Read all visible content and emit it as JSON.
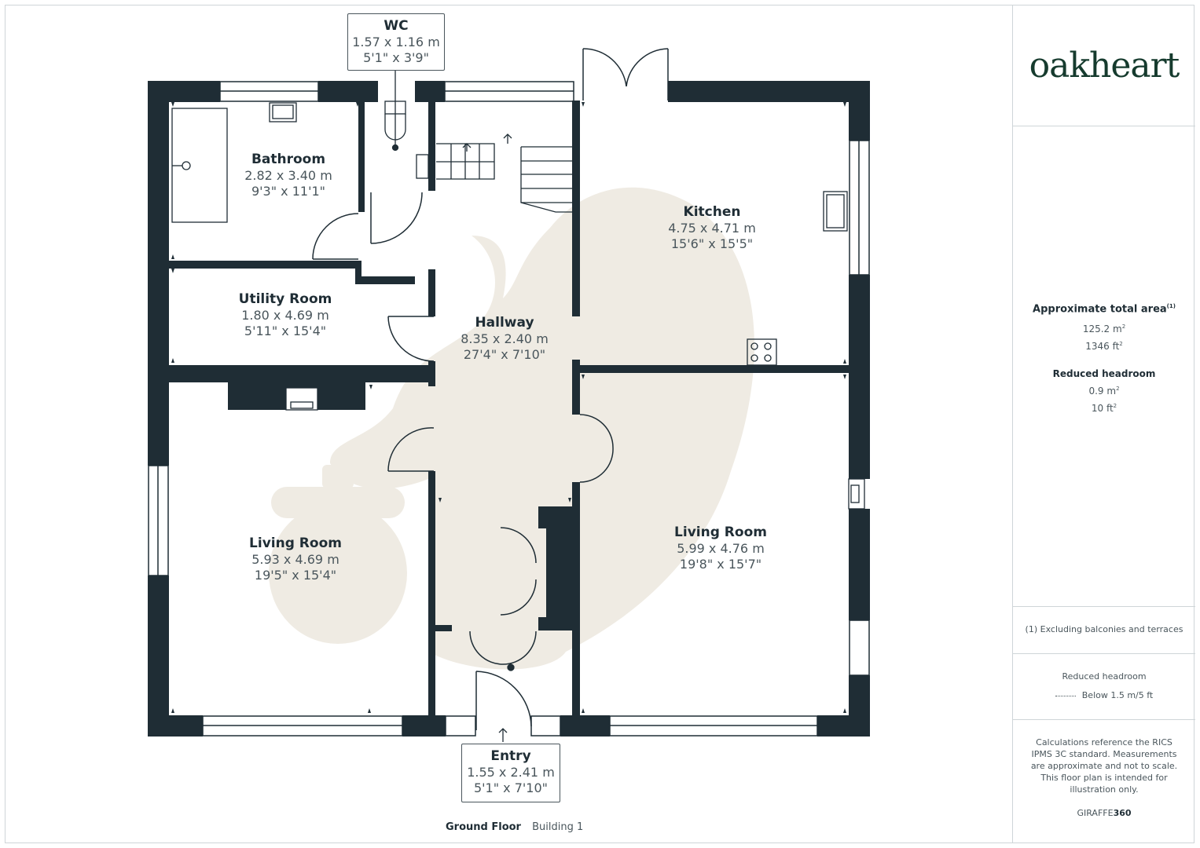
{
  "brand": {
    "logo_text": "oakheart",
    "logo_color": "#163b2e"
  },
  "colors": {
    "wall": "#1f2d35",
    "watermark": "#efebe3",
    "text": "#1f2d35",
    "subtext": "#4a565c"
  },
  "rooms": {
    "wc": {
      "name": "WC",
      "metric": "1.57 x 1.16 m",
      "imperial": "5'1\" x 3'9\""
    },
    "bathroom": {
      "name": "Bathroom",
      "metric": "2.82 x 3.40 m",
      "imperial": "9'3\" x 11'1\""
    },
    "kitchen": {
      "name": "Kitchen",
      "metric": "4.75 x 4.71 m",
      "imperial": "15'6\" x 15'5\""
    },
    "utility": {
      "name": "Utility Room",
      "metric": "1.80 x 4.69 m",
      "imperial": "5'11\" x 15'4\""
    },
    "hallway": {
      "name": "Hallway",
      "metric": "8.35 x 2.40 m",
      "imperial": "27'4\" x 7'10\""
    },
    "living_left": {
      "name": "Living Room",
      "metric": "5.93 x 4.69 m",
      "imperial": "19'5\" x 15'4\""
    },
    "living_right": {
      "name": "Living Room",
      "metric": "5.99 x 4.76 m",
      "imperial": "19'8\" x 15'7\""
    },
    "entry": {
      "name": "Entry",
      "metric": "1.55 x 2.41 m",
      "imperial": "5'1\" x 7'10\""
    }
  },
  "floor": {
    "name": "Ground Floor",
    "building": "Building 1"
  },
  "sidebar": {
    "area_title": "Approximate total area",
    "area_footnote_marker": "(1)",
    "area_m2": "125.2 m",
    "area_ft2": "1346 ft",
    "reduced_title": "Reduced headroom",
    "reduced_m2": "0.9 m",
    "reduced_ft2": "10 ft",
    "superscript_two": "2",
    "footnote": "(1) Excluding balconies and terraces",
    "legend_title": "Reduced headroom",
    "legend_item": "Below 1.5 m/5 ft",
    "calc_note": "Calculations reference the RICS IPMS 3C standard. Measurements are approximate and not to scale. This floor plan is intended for illustration only.",
    "credit_prefix": "GIRAFFE",
    "credit_suffix": "360"
  }
}
